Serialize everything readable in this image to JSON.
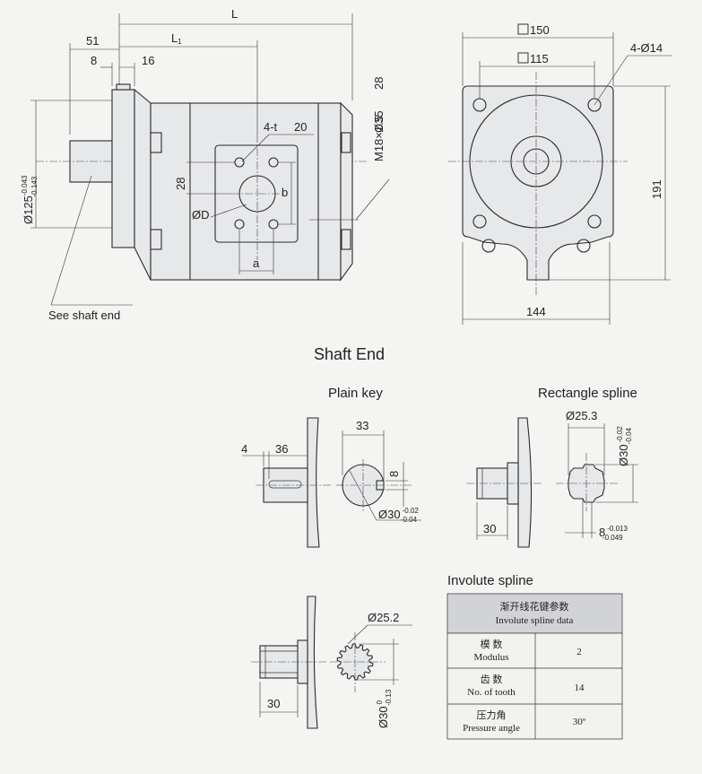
{
  "front_view": {
    "length_total": "L",
    "length_l1": "L",
    "length_l1_sub": "1",
    "dim_51": "51",
    "dim_8": "8",
    "dim_16": "16",
    "flange_dia": "Ø125",
    "flange_tol_upper": "-0.043",
    "flange_tol_lower": "-0.143",
    "thread_port": "M18×1.5",
    "thread_depth": "28",
    "port_dia": "Ø35",
    "bolts": "4-t",
    "dim_20": "20",
    "dim_28": "28",
    "dim_b": "b",
    "dim_d": "ØD",
    "dim_a": "a",
    "note": "See shaft end"
  },
  "side_view": {
    "square_outer": "150",
    "square_inner": "115",
    "holes": "4-Ø14",
    "height": "191",
    "width": "144"
  },
  "shaft_end": {
    "title": "Shaft  End",
    "plain_key": {
      "label": "Plain key",
      "dim_4": "4",
      "dim_36": "36",
      "dim_33": "33",
      "dim_8": "8",
      "dia": "Ø30",
      "tol_upper": "-0.02",
      "tol_lower": "-0.04"
    },
    "rect_spline": {
      "label": "Rectangle spline",
      "inner_dia": "Ø25.3",
      "outer_dia": "Ø30",
      "outer_tol_upper": "-0.02",
      "outer_tol_lower": "-0.04",
      "dim_30": "30",
      "width": "8",
      "width_tol_upper": "-0.013",
      "width_tol_lower": "-0.049"
    },
    "involute": {
      "label": "Involute spline",
      "inner_dia": "Ø25.2",
      "dim_30": "30",
      "outer_dia": "Ø30",
      "outer_tol_upper": "0",
      "outer_tol_lower": "-0.13"
    }
  },
  "spline_table": {
    "header_cn": "渐开线花键参数",
    "header_en": "Involute  spline data",
    "rows": [
      {
        "cn": "模  数",
        "en": "Modulus",
        "value": "2"
      },
      {
        "cn": "齿  数",
        "en": "No. of tooth",
        "value": "14"
      },
      {
        "cn": "压力角",
        "en": "Pressure angle",
        "value": "30º"
      }
    ]
  }
}
